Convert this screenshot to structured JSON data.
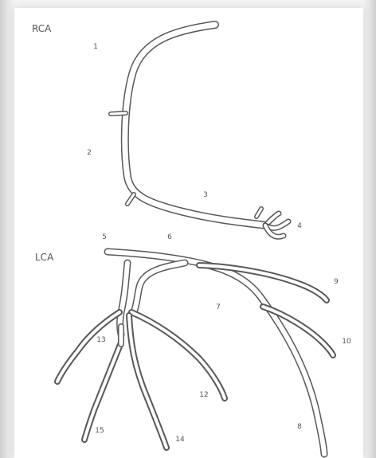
{
  "diagram": {
    "rca_label": "RCA",
    "lca_label": "LCA",
    "segment_numbers": {
      "s1": "1",
      "s2": "2",
      "s3": "3",
      "s4": "4",
      "s5": "5",
      "s6": "6",
      "s7": "7",
      "s8": "8",
      "s9": "9",
      "s10": "10",
      "s12": "12",
      "s13": "13",
      "s14": "14",
      "s15": "15"
    }
  }
}
